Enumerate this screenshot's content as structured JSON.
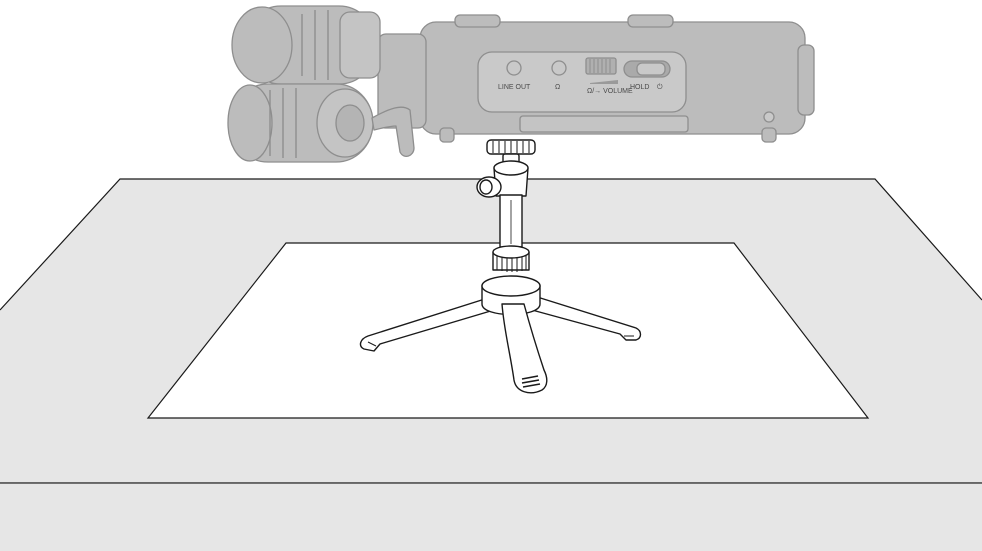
{
  "recorder": {
    "line_out_label": "LINE OUT",
    "volume_label": "Ω/→ VOLUME",
    "hold_label": "HOLD",
    "power_symbol": "⏻",
    "headphone_symbol": "Ω"
  },
  "colors": {
    "device_fill": "#b9b9b9",
    "device_stroke": "#8e8e8e",
    "table_fill": "#e6e6e6",
    "mat_fill": "#ffffff",
    "line": "#1a1a1a"
  }
}
